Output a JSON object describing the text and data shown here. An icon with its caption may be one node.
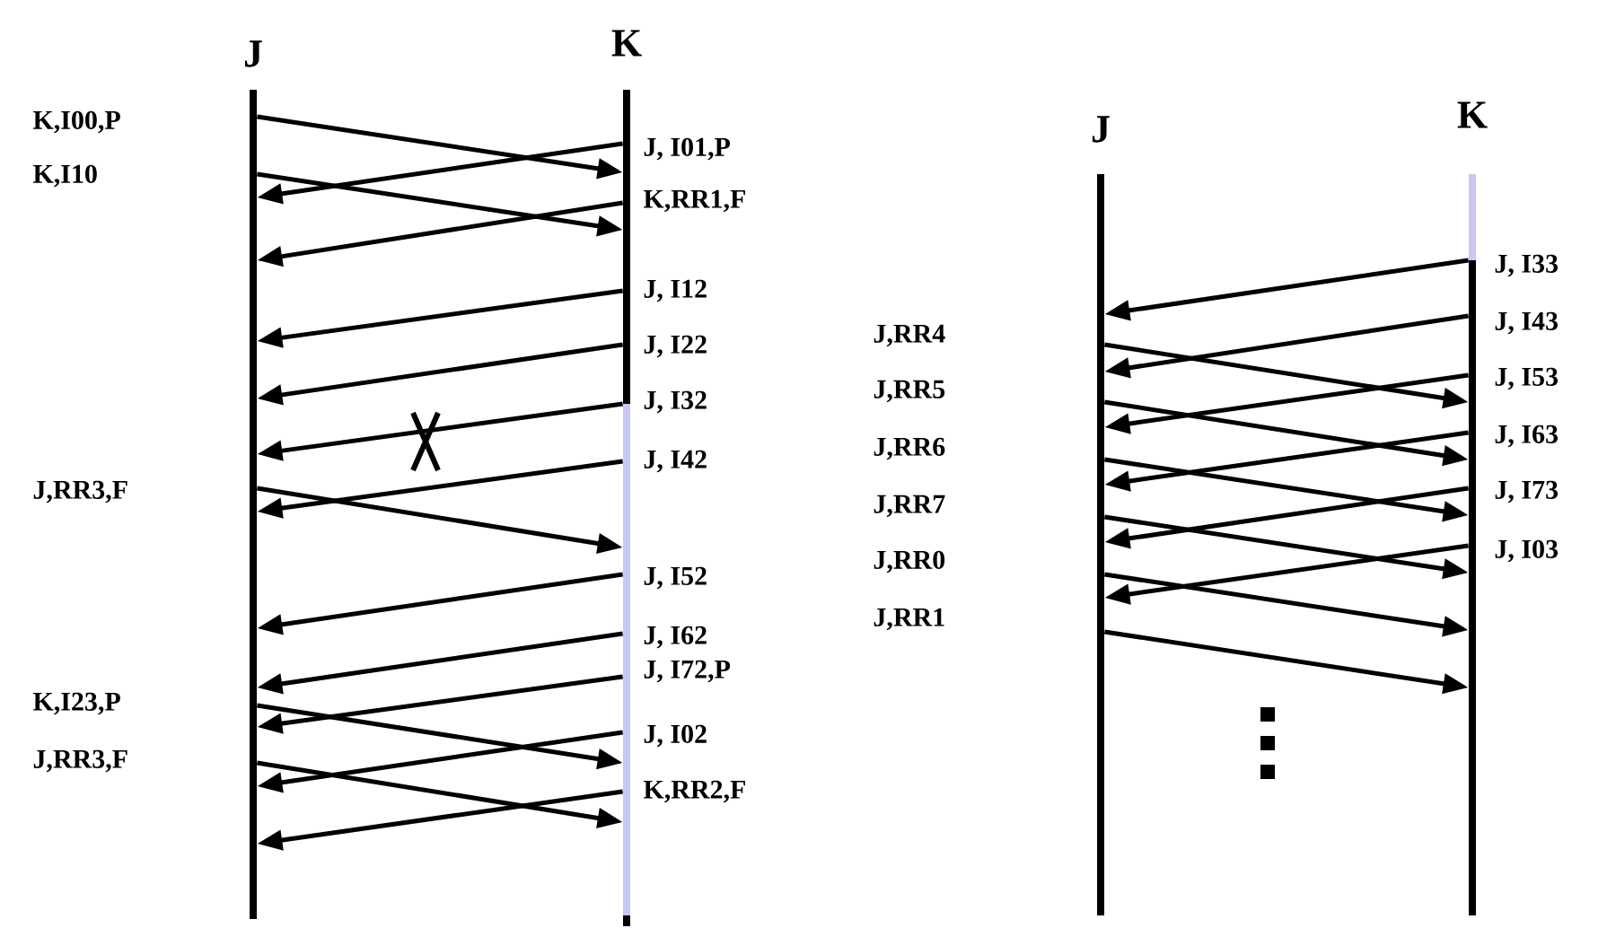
{
  "diagram": {
    "nodes": [
      {
        "text": [
          "J"
        ]
      },
      {
        "text": [
          "K"
        ]
      },
      {
        "text": [
          "J"
        ]
      },
      {
        "text": [
          "K"
        ]
      }
    ],
    "edges": [
      {
        "from": 0,
        "to": 1,
        "arrow": "to"
      },
      {
        "from": 1,
        "to": 0,
        "arrow": "to"
      },
      {
        "from": 0,
        "to": 1,
        "arrow": "to"
      },
      {
        "from": 1,
        "to": 0,
        "arrow": "to"
      },
      {
        "from": 1,
        "to": 0,
        "arrow": "to"
      },
      {
        "from": 1,
        "to": 0,
        "arrow": "to"
      },
      {
        "from": 1,
        "to": 0,
        "arrow": "to"
      },
      {
        "from": 1,
        "to": 0,
        "arrow": "to"
      },
      {
        "from": 0,
        "to": 1,
        "arrow": "to"
      },
      {
        "from": 1,
        "to": 0,
        "arrow": "to"
      },
      {
        "from": 1,
        "to": 0,
        "arrow": "to"
      },
      {
        "from": 1,
        "to": 0,
        "arrow": "to"
      },
      {
        "from": 0,
        "to": 1,
        "arrow": "to"
      },
      {
        "from": 1,
        "to": 0,
        "arrow": "to"
      },
      {
        "from": 0,
        "to": 1,
        "arrow": "to"
      },
      {
        "from": 1,
        "to": 0,
        "arrow": "to"
      },
      {
        "from": 3,
        "to": 2,
        "arrow": "to"
      },
      {
        "from": 3,
        "to": 2,
        "arrow": "to"
      },
      {
        "from": 2,
        "to": 3,
        "arrow": "to"
      },
      {
        "from": 3,
        "to": 2,
        "arrow": "to"
      },
      {
        "from": 2,
        "to": 3,
        "arrow": "to"
      },
      {
        "from": 3,
        "to": 2,
        "arrow": "to"
      },
      {
        "from": 2,
        "to": 3,
        "arrow": "to"
      },
      {
        "from": 3,
        "to": 2,
        "arrow": "to"
      },
      {
        "from": 2,
        "to": 3,
        "arrow": "to"
      },
      {
        "from": 3,
        "to": 2,
        "arrow": "to"
      },
      {
        "from": 2,
        "to": 3,
        "arrow": "to"
      },
      {
        "from": 2,
        "to": 3,
        "arrow": "to"
      }
    ],
    "labels": [
      "K,I00,P",
      "J, I01,P",
      "K,I10",
      "K,RR1,F",
      "J, I12",
      "J, I22",
      "J, I32",
      "J, I42",
      "J,RR3,F",
      "J, I52",
      "J, I62",
      "J, I72,P",
      "K,I23,P",
      "J, I02",
      "J,RR3,F",
      "K,RR2,F",
      "J, I33",
      "J, I43",
      "J,RR4",
      "J, I53",
      "J,RR5",
      "J, I63",
      "J,RR6",
      "J, I73",
      "J,RR7",
      "J, I03",
      "J,RR0",
      "J,RR1"
    ]
  }
}
